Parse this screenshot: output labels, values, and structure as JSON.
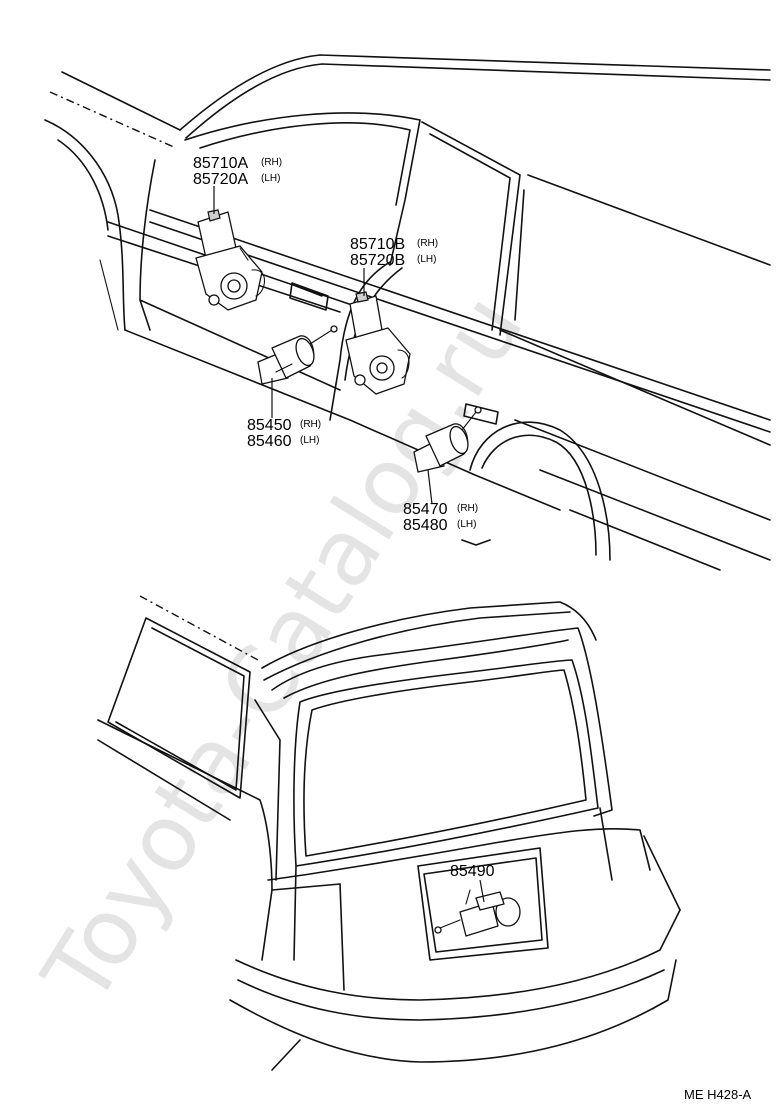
{
  "watermark": "Toyota-Catalog.ru",
  "diagram_code": "ME  H428-A",
  "callouts": [
    {
      "number": "85710A",
      "side": "(RH)"
    },
    {
      "number": "85720A",
      "side": "(LH)"
    },
    {
      "number": "85710B",
      "side": "(RH)"
    },
    {
      "number": "85720B",
      "side": "(LH)"
    },
    {
      "number": "85450",
      "side": "(RH)"
    },
    {
      "number": "85460",
      "side": "(LH)"
    },
    {
      "number": "85470",
      "side": "(RH)"
    },
    {
      "number": "85480",
      "side": "(LH)"
    },
    {
      "number": "85490",
      "side": ""
    }
  ]
}
